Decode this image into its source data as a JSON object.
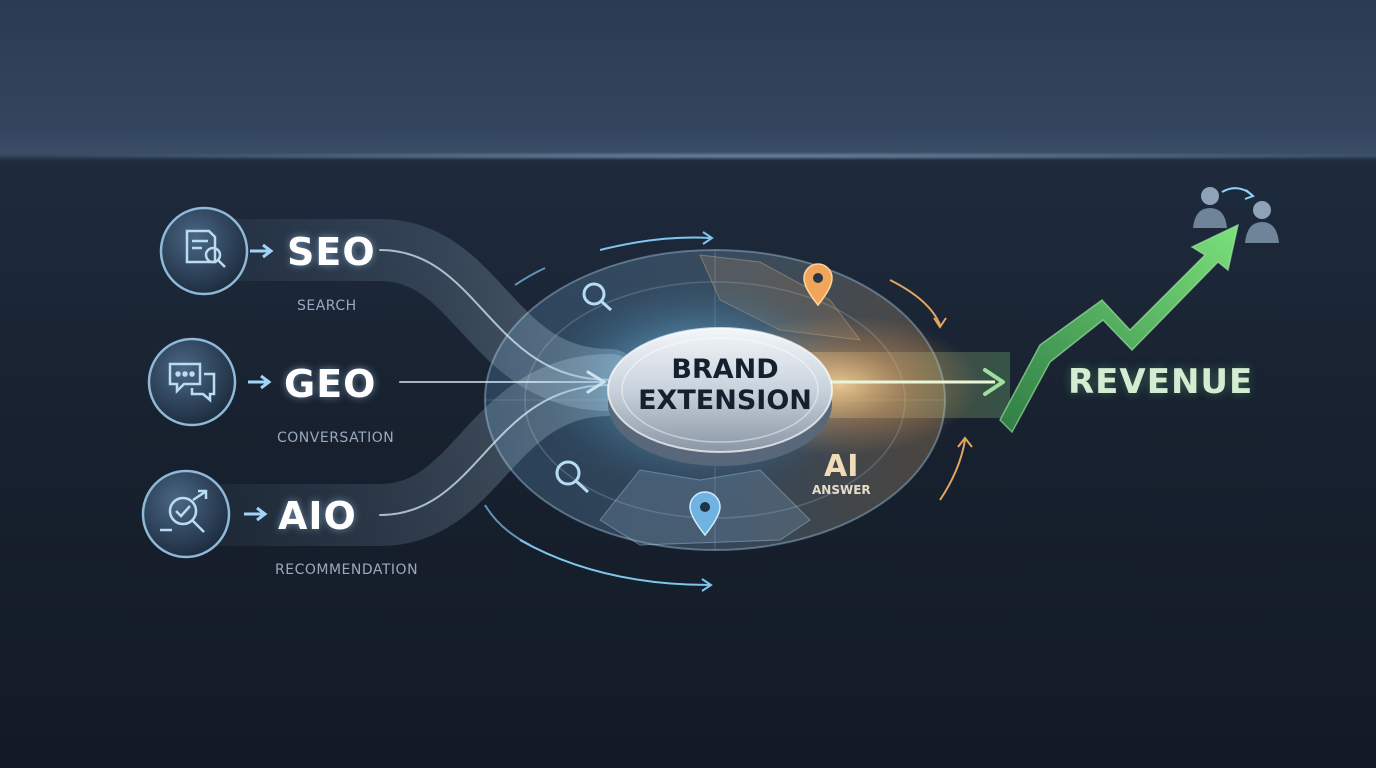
{
  "channels": [
    {
      "key": "seo",
      "label": "SEO",
      "sub": "SEARCH",
      "icon": "document-search-icon"
    },
    {
      "key": "geo",
      "label": "GEO",
      "sub": "CONVERSATION",
      "icon": "chat-bubbles-icon"
    },
    {
      "key": "aio",
      "label": "AIO",
      "sub": "RECOMMENDATION",
      "icon": "target-check-icon"
    }
  ],
  "hub": {
    "line1": "BRAND",
    "line2": "EXTENSION"
  },
  "ai": {
    "label": "AI",
    "sub": "ANSWER"
  },
  "outcome": {
    "label": "REVENUE",
    "icon": "people-exchange-icon"
  },
  "colors": {
    "accent_blue": "#7fd3ff",
    "accent_orange": "#f0a55a",
    "accent_green": "#6fcf6f",
    "background": "#1a2433"
  }
}
